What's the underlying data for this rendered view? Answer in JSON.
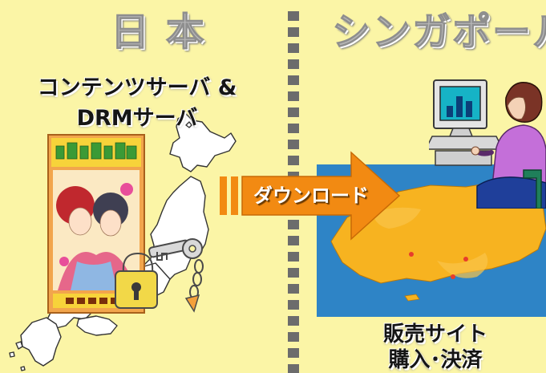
{
  "left_region": {
    "heading": "日 本",
    "server_label_line1": "コンテンツサーバ &",
    "server_label_line2": "DRMサーバ"
  },
  "right_region": {
    "heading": "シンガポール",
    "site_label_line1": "販売サイト",
    "site_label_line2": "購入･決済"
  },
  "transfer": {
    "label": "ダウンロード"
  },
  "icons": {
    "book": "book-cover-icon",
    "key_lock": "key-and-padlock-icon",
    "computer_user": "computer-user-icon",
    "map_japan": "japan-map-icon",
    "map_singapore": "singapore-map-icon"
  },
  "colors": {
    "background": "#fbf5a6",
    "arrow": "#f28a12",
    "divider": "#6c6c6c",
    "heading": "#b7b7b7",
    "singapore_land": "#f7b320",
    "sea": "#2e84c6"
  }
}
